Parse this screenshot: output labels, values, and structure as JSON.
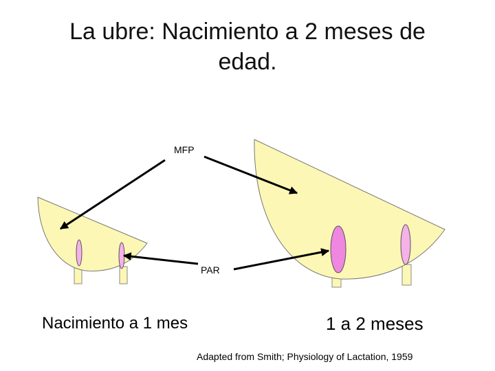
{
  "slide": {
    "title": "La ubre: Nacimiento a 2 meses de edad.",
    "labels": {
      "mfp": "MFP",
      "par": "PAR"
    },
    "caption_left": "Nacimiento a 1 mes",
    "caption_right": "1 a 2 meses",
    "credit": "Adapted from Smith; Physiology of Lactation, 1959"
  },
  "colors": {
    "udder_fill": "#fdf7b5",
    "teat_fill": "#f4b2e8",
    "teat_large_fill": "#ef86e0",
    "arrow": "#000000"
  }
}
